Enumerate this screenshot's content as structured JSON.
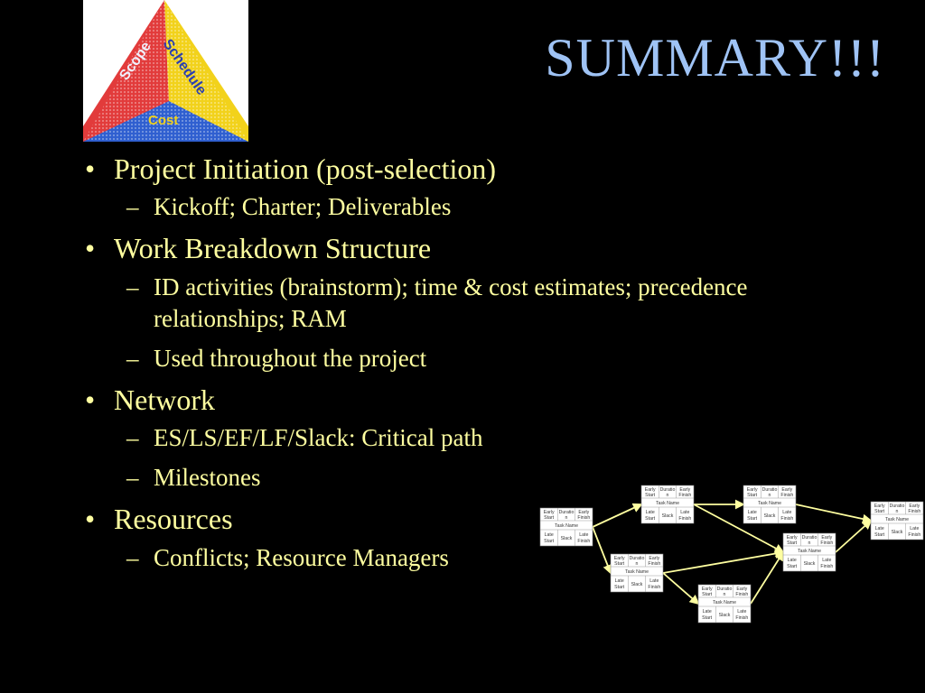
{
  "title": "SUMMARY!!!",
  "logo": {
    "labels": [
      "Scope",
      "Schedule",
      "Cost"
    ],
    "colors": {
      "scope": "#e23b3b",
      "schedule": "#f2d21b",
      "cost": "#2f5fd0",
      "text": "#2a3fb0"
    }
  },
  "bullets": [
    {
      "text": "Project Initiation (post-selection)",
      "sub": [
        "Kickoff; Charter; Deliverables"
      ]
    },
    {
      "text": "Work Breakdown Structure",
      "sub": [
        "ID activities (brainstorm); time & cost estimates; precedence relationships; RAM",
        "Used throughout the project"
      ]
    },
    {
      "text": "Network",
      "sub": [
        "ES/LS/EF/LF/Slack: Critical path",
        "Milestones"
      ]
    },
    {
      "text": "Resources",
      "sub": [
        "Conflicts; Resource Managers"
      ]
    }
  ],
  "network_box": {
    "early_start": "Early Start",
    "duration": "Duration",
    "early_finish": "Early Finish",
    "task_name": "Task Name",
    "late_start": "Late Start",
    "slack": "Slack",
    "late_finish": "Late Finish"
  },
  "colors": {
    "background": "#000000",
    "title": "#9fc3f5",
    "text": "#ffffa0"
  }
}
